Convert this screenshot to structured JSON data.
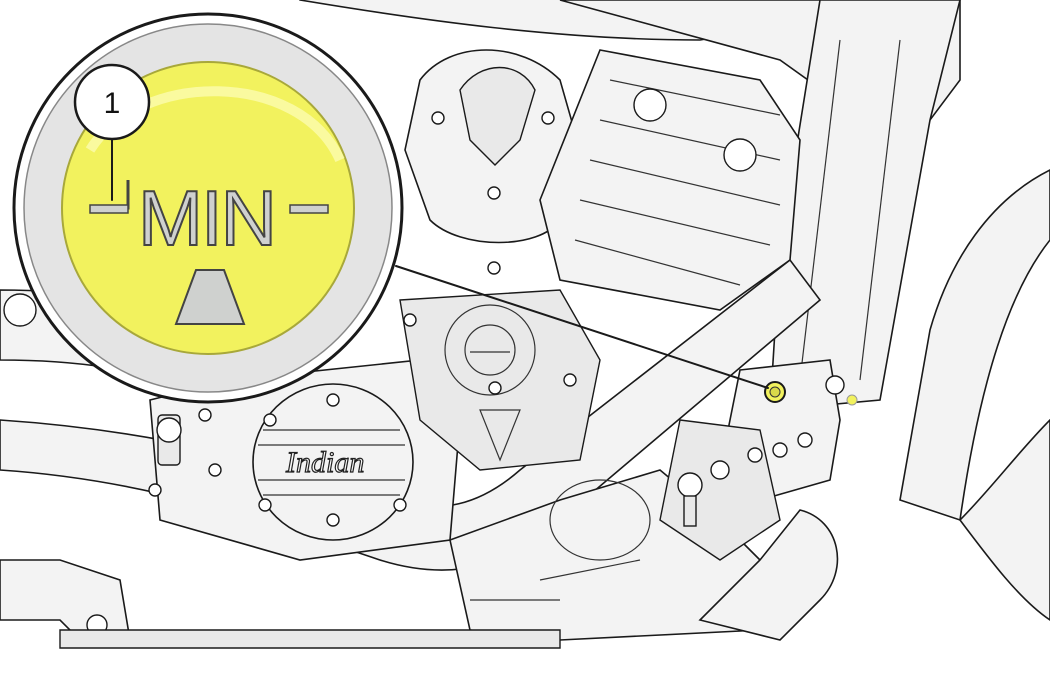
{
  "diagram": {
    "callout": {
      "number": "1"
    },
    "sight_glass": {
      "label": "MIN"
    },
    "engine_cover": {
      "logo_text": "Indian"
    },
    "colors": {
      "highlight": "#f2f25e",
      "highlight_edge": "#d9d94a",
      "line": "#1a1a1a",
      "part_fill": "#f3f3f3",
      "zoom_ring": "#e4e4e4"
    }
  }
}
